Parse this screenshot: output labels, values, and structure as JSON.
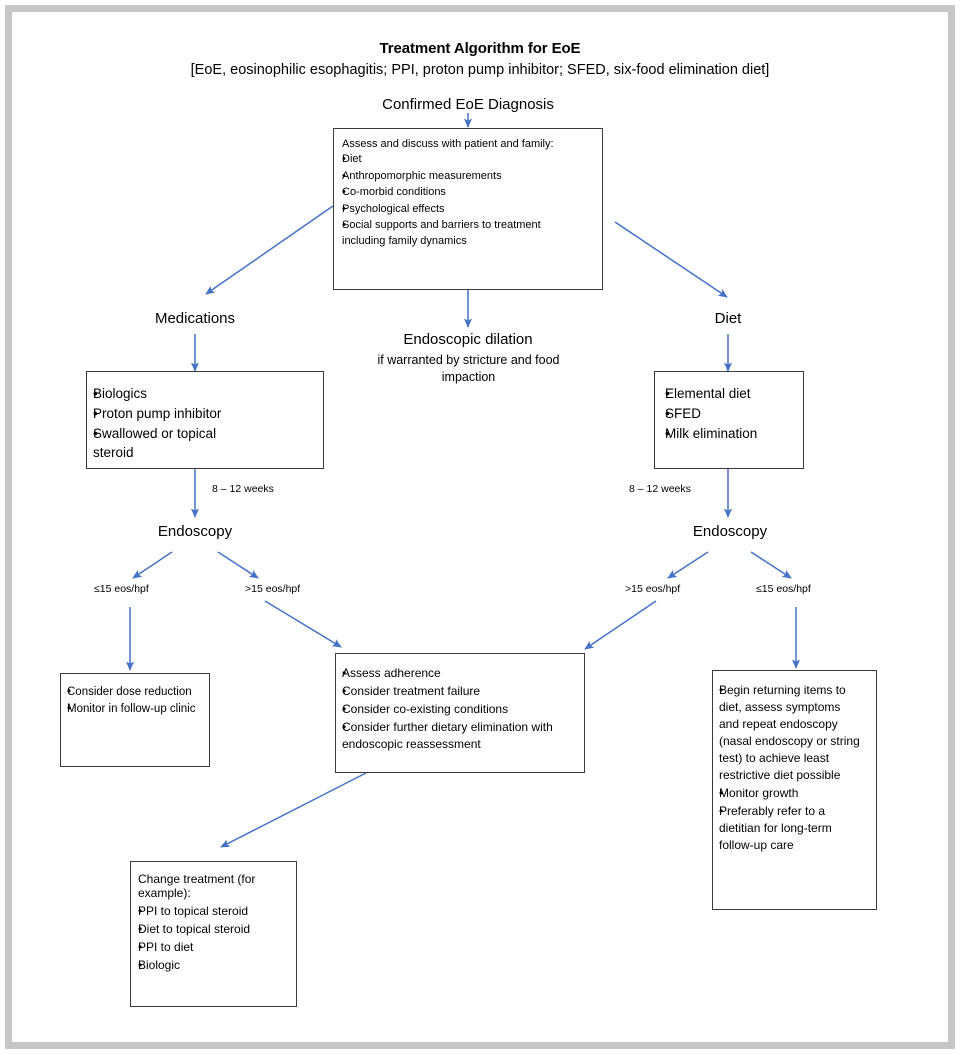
{
  "document": {
    "title": "Treatment Algorithm for EoE",
    "subtitle": "[EoE, eosinophilic esophagitis; PPI, proton pump inhibitor; SFED, six-food elimination diet]",
    "frame_color": "#c6c6c6",
    "arrow_color": "#4472c4",
    "box_border_color": "#3a3a3a",
    "background": "#ffffff"
  },
  "nodes": {
    "root_label": "Confirmed EoE Diagnosis",
    "assess_box": {
      "lead": "Assess and discuss with patient and family:",
      "items": [
        "Diet",
        "Anthropomorphic measurements",
        "Co-morbid conditions",
        "Psychological effects",
        "Social supports and barriers to treatment including family dynamics"
      ]
    },
    "branch_medications_label": "Medications",
    "branch_dilation_label": "Endoscopic dilation",
    "branch_dilation_sub": "if warranted by stricture and food impaction",
    "branch_diet_label": "Diet",
    "medications_box": {
      "items": [
        "Biologics",
        "Proton pump inhibitor",
        "Swallowed or topical steroid"
      ]
    },
    "diet_box": {
      "items": [
        "Elemental diet",
        "SFED",
        "Milk elimination"
      ]
    },
    "weeks_label_left": "8 – 12 weeks",
    "weeks_label_right": "8 – 12 weeks",
    "endoscopy_left_label": "Endoscopy",
    "endoscopy_right_label": "Endoscopy",
    "edge_left_low": "≤15 eos/hpf",
    "edge_left_high": ">15 eos/hpf",
    "edge_right_high": ">15 eos/hpf",
    "edge_right_low": "≤15 eos/hpf",
    "dose_reduction_box": {
      "items": [
        "Consider dose reduction",
        "Monitor in follow-up clinic"
      ]
    },
    "assess_adherence_box": {
      "items": [
        "Assess adherence",
        "Consider treatment failure",
        "Consider co-existing conditions",
        "Consider further dietary elimination with endoscopic reassessment"
      ]
    },
    "returning_items_box": {
      "items": [
        "Begin returning items to diet, assess symptoms and repeat endoscopy (nasal endoscopy or string test) to achieve least restrictive diet possible",
        "Monitor growth",
        "Preferably refer to a dietitian for long-term follow-up care"
      ]
    },
    "change_treatment_box": {
      "lead": "Change treatment (for example):",
      "items": [
        "PPI to topical steroid",
        "Diet to topical steroid",
        "PPI to diet",
        "Biologic"
      ]
    }
  }
}
